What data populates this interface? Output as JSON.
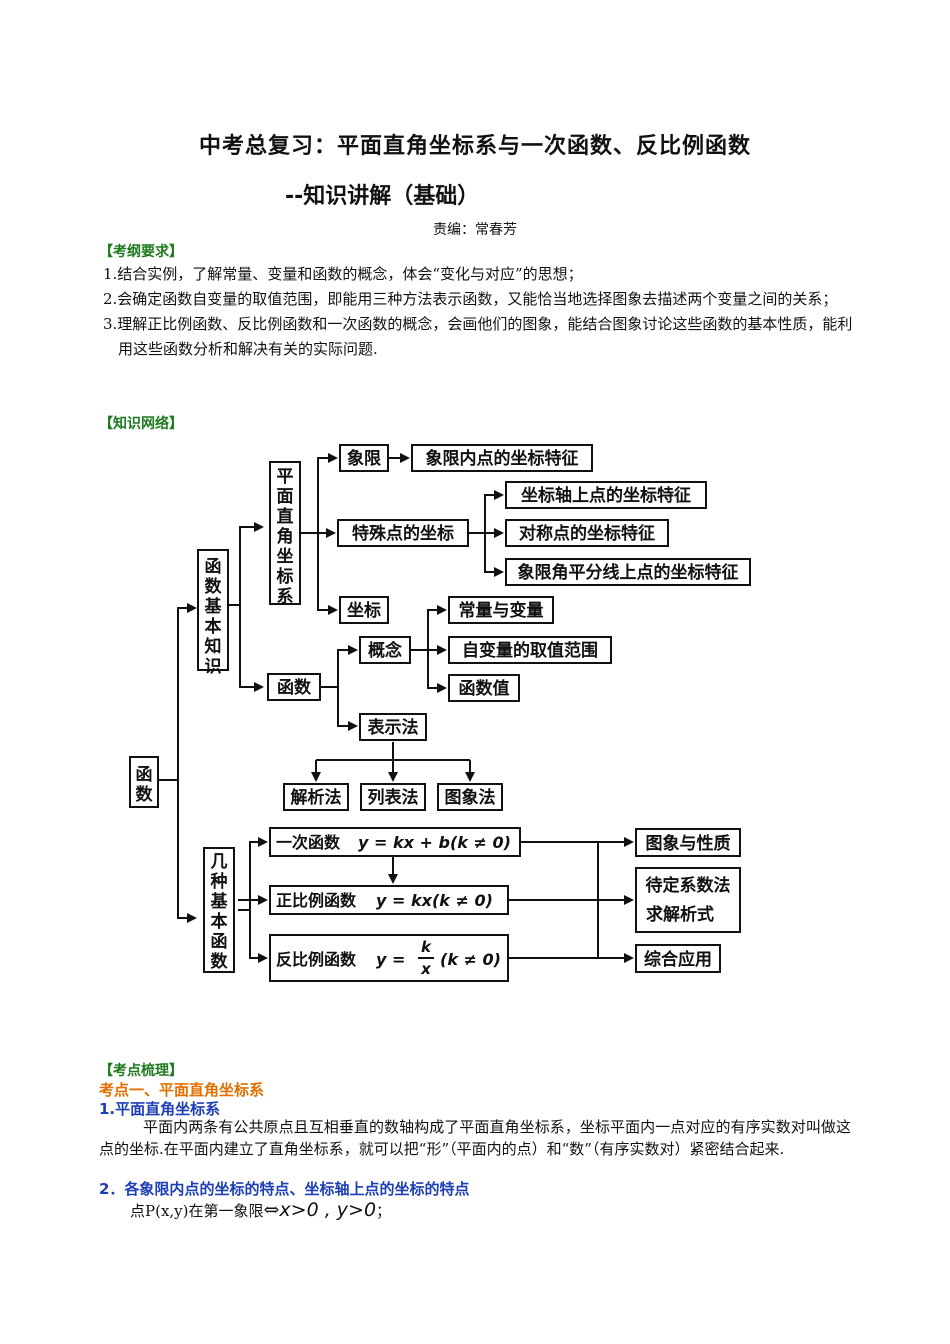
{
  "header": {
    "title": "中考总复习：平面直角坐标系与一次函数、反比例函数",
    "subtitle": "--知识讲解（基础）",
    "editor": "责编：常春芳"
  },
  "requirements": {
    "heading": "【考纲要求】",
    "items": [
      "1.结合实例，了解常量、变量和函数的概念，体会“变化与对应”的思想；",
      "2.会确定函数自变量的取值范围，即能用三种方法表示函数，又能恰当地选择图象去描述两个变量之间的关系；",
      "3.理解正比例函数、反比例函数和一次函数的概念，会画他们的图象，能结合图象讨论这些函数的基本性质，能利用这些函数分析和解决有关的实际问题."
    ]
  },
  "network": {
    "heading": "【知识网络】",
    "root": "函数",
    "basic": "函数基本知识",
    "coord": "平面直角坐标系",
    "quadrant": "象限",
    "quadrant_point": "象限内点的坐标特征",
    "special": "特殊点的坐标",
    "axis_point": "坐标轴上点的坐标特征",
    "sym_point": "对称点的坐标特征",
    "bisector_point": "象限角平分线上点的坐标特征",
    "coordinate": "坐标",
    "func": "函数",
    "concept": "概念",
    "const_var": "常量与变量",
    "domain": "自变量的取值范围",
    "func_value": "函数值",
    "repr": "表示法",
    "analytic": "解析法",
    "table": "列表法",
    "graph": "图象法",
    "kinds": "几种基本函数",
    "linear_name": "一次函数",
    "linear_eq": "y = kx + b(k ≠ 0)",
    "prop_name": "正比例函数",
    "prop_eq": "y = kx(k ≠ 0)",
    "inv_name": "反比例函数",
    "inv_eq_lhs": "y =",
    "inv_num": "k",
    "inv_den": "x",
    "inv_cond": "(k ≠ 0)",
    "graph_props": "图象与性质",
    "undet_1": "待定系数法",
    "undet_2": "求解析式",
    "applications": "综合应用"
  },
  "points": {
    "heading": "【考点梳理】",
    "topic1": "考点一、平面直角坐标系",
    "sub1": "1.平面直角坐标系",
    "para1": "平面内两条有公共原点且互相垂直的数轴构成了平面直角坐标系，坐标平面内一点对应的有序实数对叫做这点的坐标.在平面内建立了直角坐标系，就可以把“形”（平面内的点）和“数”（有序实数对）紧密结合起来.",
    "sub2": "2．各象限内点的坐标的特点、坐标轴上点的坐标的特点",
    "formula_prefix": "点P(x,y)在第一象限",
    "formula_symbol": "⇔",
    "formula_math": "x>0 , y>0",
    "formula_suffix": "；"
  }
}
